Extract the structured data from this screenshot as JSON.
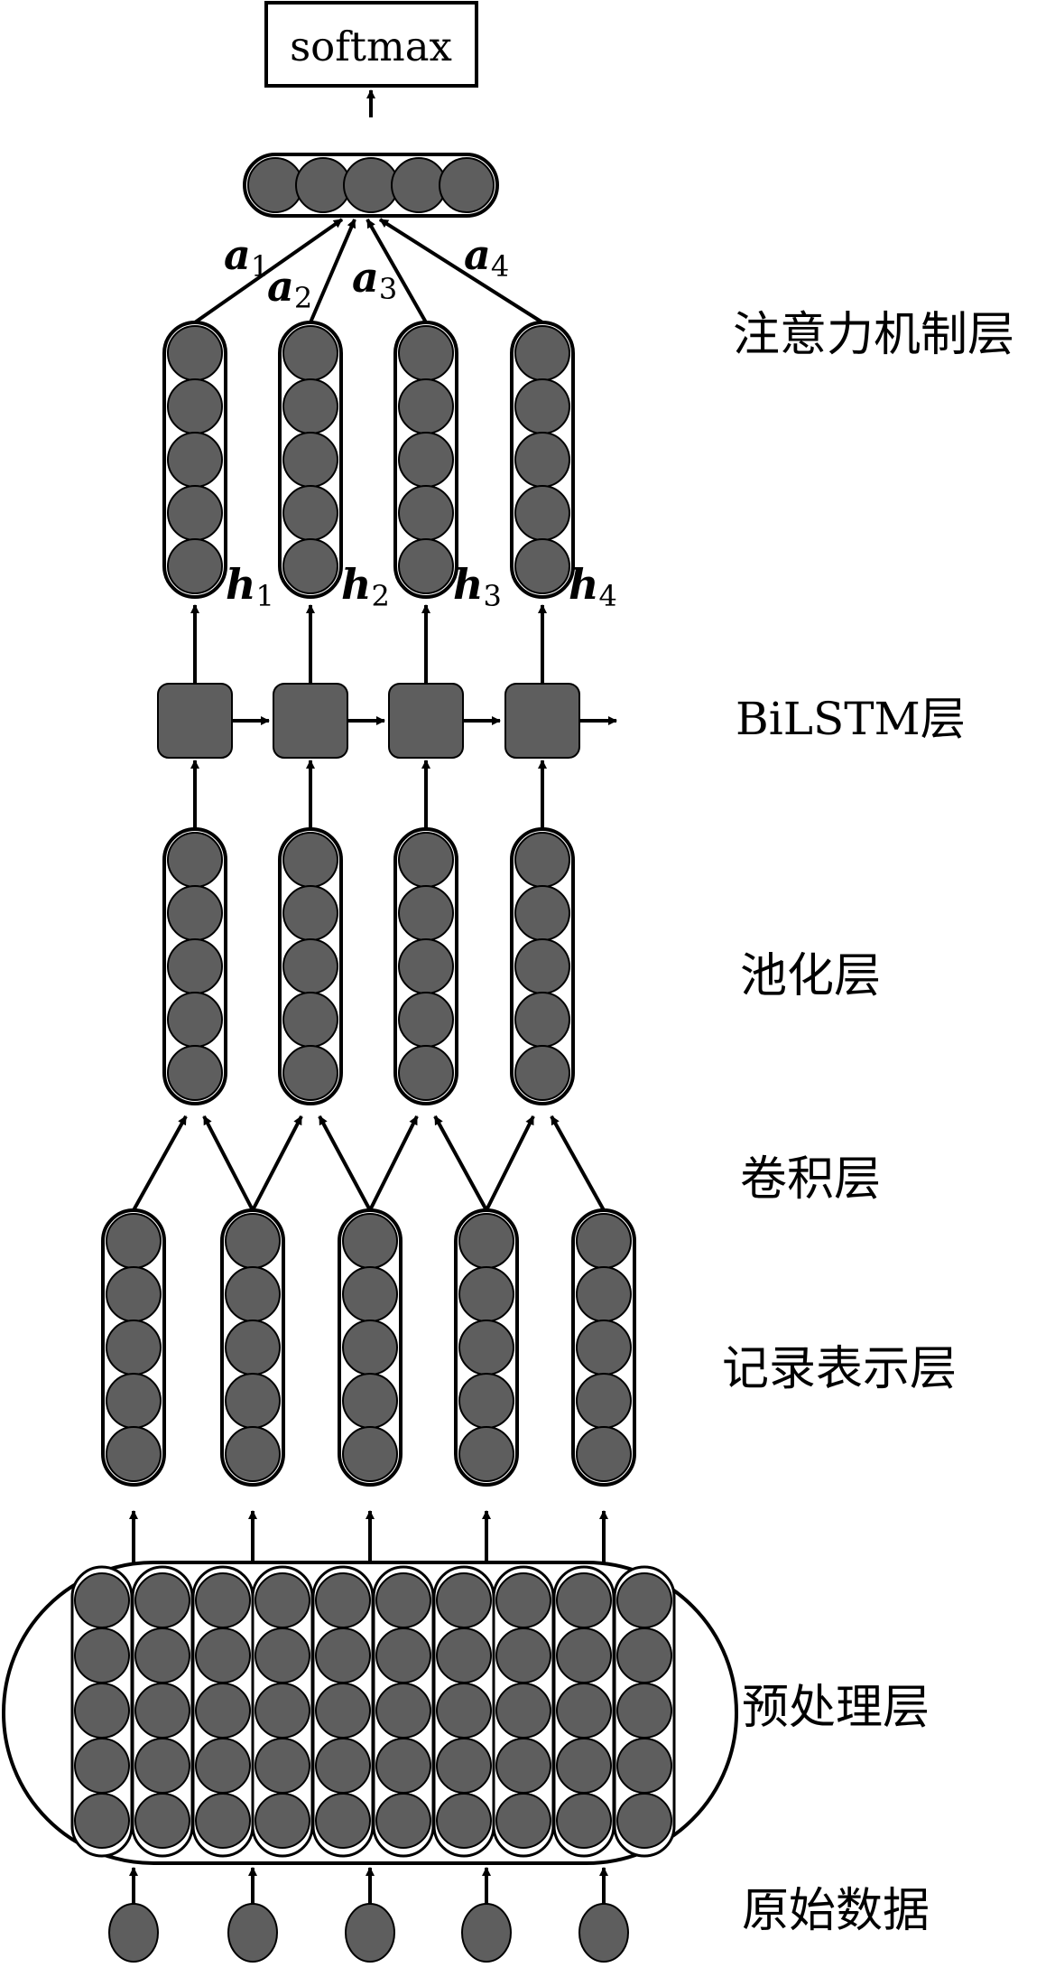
{
  "output_label": "softmax",
  "attention_weights": [
    {
      "base": "a",
      "sub": "1"
    },
    {
      "base": "a",
      "sub": "2"
    },
    {
      "base": "a",
      "sub": "3"
    },
    {
      "base": "a",
      "sub": "4"
    }
  ],
  "hidden_states": [
    {
      "base": "h",
      "sub": "1"
    },
    {
      "base": "h",
      "sub": "2"
    },
    {
      "base": "h",
      "sub": "3"
    },
    {
      "base": "h",
      "sub": "4"
    }
  ],
  "layers": {
    "attention": "注意力机制层",
    "bilstm": "BiLSTM层",
    "pooling": "池化层",
    "convolution": "卷积层",
    "record": "记录表示层",
    "preprocess": "预处理层",
    "raw": "原始数据"
  },
  "colors": {
    "node_fill": "#5e5e5e",
    "stroke": "#000000",
    "background": "#ffffff"
  }
}
